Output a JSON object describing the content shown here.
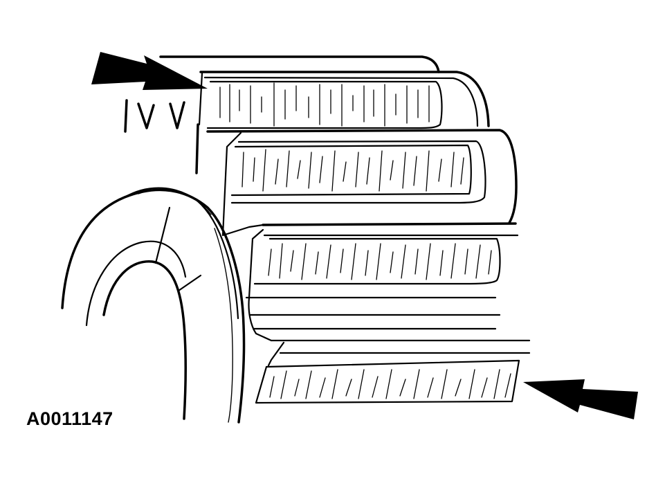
{
  "figure": {
    "id_label": "A0011147"
  },
  "arrows": [
    {
      "name": "arrow-upper-left",
      "points_to": "top-ring"
    },
    {
      "name": "arrow-lower-right",
      "points_to": "bottom-ring"
    }
  ],
  "colors": {
    "ink": "#000000",
    "background": "#ffffff"
  }
}
